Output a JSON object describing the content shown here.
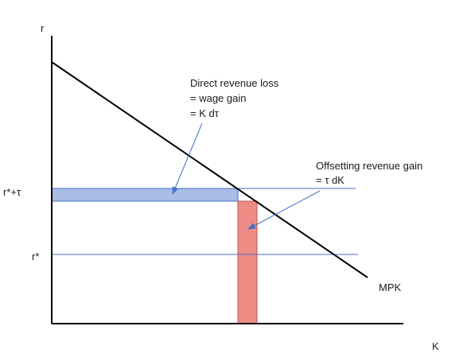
{
  "axes": {
    "y_label": "r",
    "x_label": "K"
  },
  "ticks": {
    "r_plus_tau": "r*+τ",
    "r_star": "r*"
  },
  "curve": {
    "label": "MPK"
  },
  "annotations": {
    "direct_loss": {
      "line1": "Direct revenue loss",
      "line2": "= wage gain",
      "line3": "= K dτ"
    },
    "offset_gain": {
      "line1": "Offsetting revenue gain",
      "line2": "= τ dK"
    }
  },
  "colors": {
    "axis": "#000000",
    "curve": "#000000",
    "blue_rect": "#a9bde6",
    "red_rect": "#f08c86",
    "guide_line": "#4472c4",
    "arrow": "#4472c4"
  }
}
